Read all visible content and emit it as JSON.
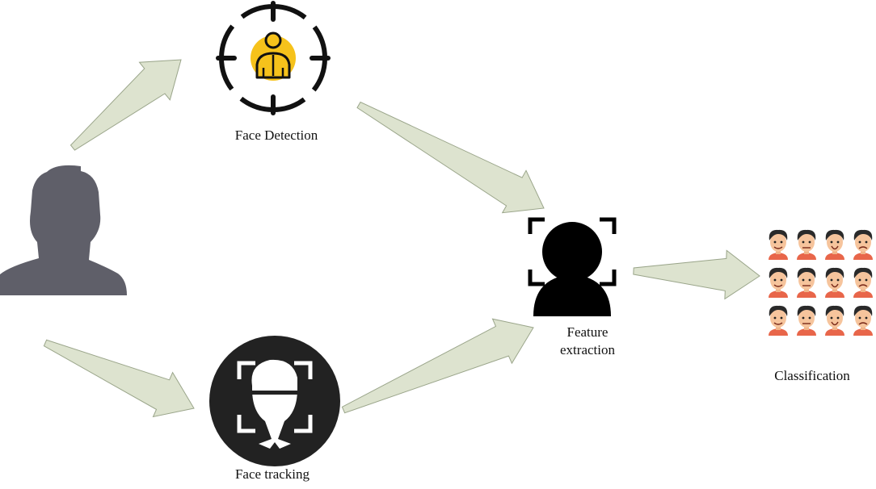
{
  "diagram": {
    "nodes": {
      "input_person": {
        "icon": "person-silhouette-icon",
        "color": "#5f5f69"
      },
      "face_detection": {
        "label": "Face Detection",
        "icon": "face-target-icon",
        "accent": "#f6c21b"
      },
      "face_tracking": {
        "label": "Face tracking",
        "icon": "face-scan-circle-icon"
      },
      "feature_extraction": {
        "label_line1": "Feature",
        "label_line2": "extraction",
        "icon": "person-scan-icon"
      },
      "classification": {
        "label": "Classification",
        "icon": "expression-faces-grid-icon",
        "grid": {
          "rows": 3,
          "cols": 4
        }
      }
    },
    "arrow_color": "#dde3cf",
    "arrow_stroke": "#9aa58a",
    "edges": [
      {
        "from": "input_person",
        "to": "face_detection"
      },
      {
        "from": "input_person",
        "to": "face_tracking"
      },
      {
        "from": "face_detection",
        "to": "feature_extraction"
      },
      {
        "from": "face_tracking",
        "to": "feature_extraction"
      },
      {
        "from": "feature_extraction",
        "to": "classification"
      }
    ]
  }
}
